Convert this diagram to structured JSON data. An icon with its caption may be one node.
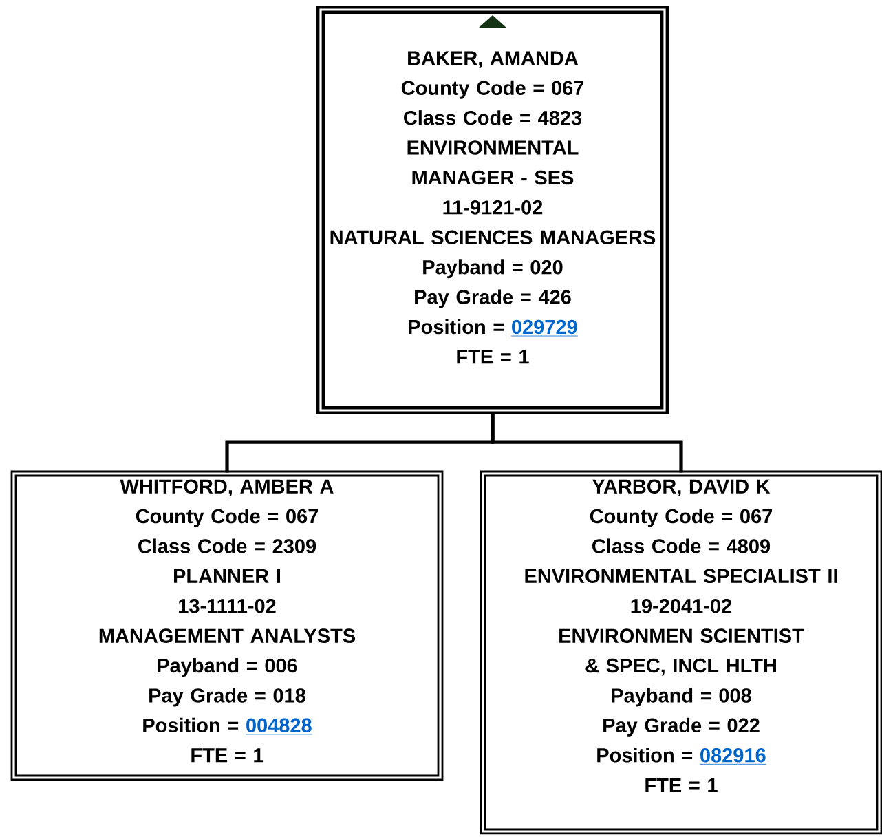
{
  "diagram": {
    "nodes": [
      {
        "text": [
          "BAKER, AMANDA",
          "County Code = 067",
          "Class Code = 4823",
          "ENVIRONMENTAL MANAGER - SES",
          "11-9121-02",
          "NATURAL SCIENCES MANAGERS",
          "Payband = 020",
          "Pay Grade = 426",
          "Position =",
          "029729",
          "FTE = 1"
        ]
      },
      {
        "text": [
          "WHITFORD, AMBER A",
          "County Code = 067",
          "Class Code = 2309",
          "PLANNER I",
          "13-1111-02",
          "MANAGEMENT ANALYSTS",
          "Payband = 006",
          "Pay Grade = 018",
          "Position =",
          "004828",
          "FTE = 1"
        ]
      },
      {
        "text": [
          "YARBOR, DAVID K",
          "County Code = 067",
          "Class Code = 4809",
          "ENVIRONMENTAL SPECIALIST II",
          "19-2041-02",
          "ENVIRONMEN SCIENTIST & SPEC, INCL HLTH",
          "Payband = 008",
          "Pay Grade = 022",
          "Position =",
          "082916",
          "FTE = 1"
        ]
      }
    ],
    "edges": [
      {
        "from": 0,
        "to": 1,
        "arrow": "none"
      },
      {
        "from": 0,
        "to": 2,
        "arrow": "none"
      }
    ]
  }
}
